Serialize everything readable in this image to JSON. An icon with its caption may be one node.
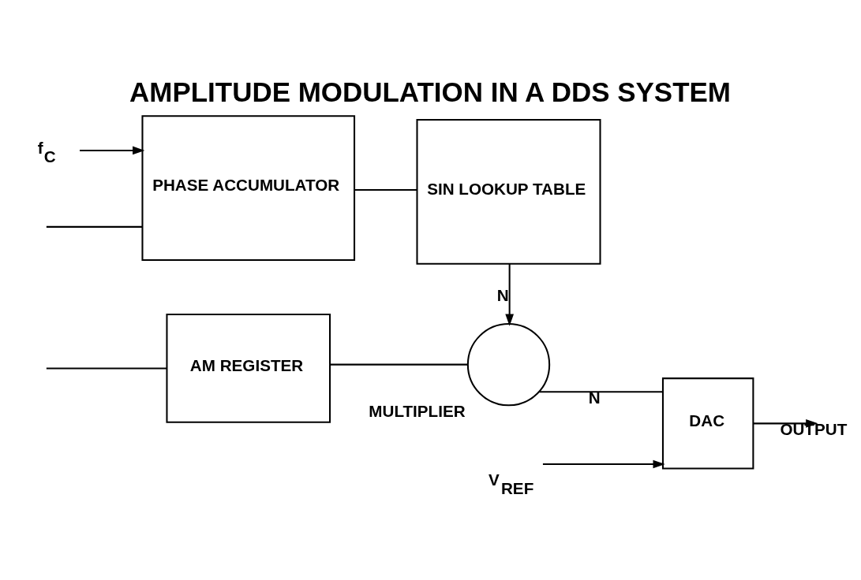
{
  "diagram": {
    "title": "AMPLITUDE MODULATION IN A DDS SYSTEM",
    "nodes": [
      {
        "text": [
          "f$_{C}$"
        ]
      },
      {
        "text": [
          "PHASE ACCUMULATOR"
        ]
      },
      {
        "text": [
          "SIN LOOKUP TABLE"
        ]
      },
      {
        "text": [
          "AM REGISTER"
        ]
      },
      {
        "text": [],
        "shape": "circle",
        "beside": [
          "MULTIPLIER"
        ]
      },
      {
        "text": [
          "DAC"
        ]
      },
      {
        "text": [
          "V$_{REF}$"
        ]
      }
    ],
    "edges": [
      {
        "from": 0,
        "to": 1,
        "arrow": "to"
      },
      {
        "from": null,
        "to": 1,
        "arrow": "none"
      },
      {
        "from": 1,
        "to": 2,
        "arrow": "none"
      },
      {
        "from": 2,
        "to": 4,
        "arrow": "to",
        "label": "N"
      },
      {
        "from": null,
        "to": 3,
        "arrow": "none"
      },
      {
        "from": 3,
        "to": 4,
        "arrow": "none"
      },
      {
        "from": 4,
        "to": 5,
        "arrow": "none",
        "label": "N"
      },
      {
        "from": 5,
        "to": null,
        "arrow": "to",
        "label": "OUTPUT"
      },
      {
        "from": 6,
        "to": 5,
        "arrow": "to"
      }
    ]
  }
}
